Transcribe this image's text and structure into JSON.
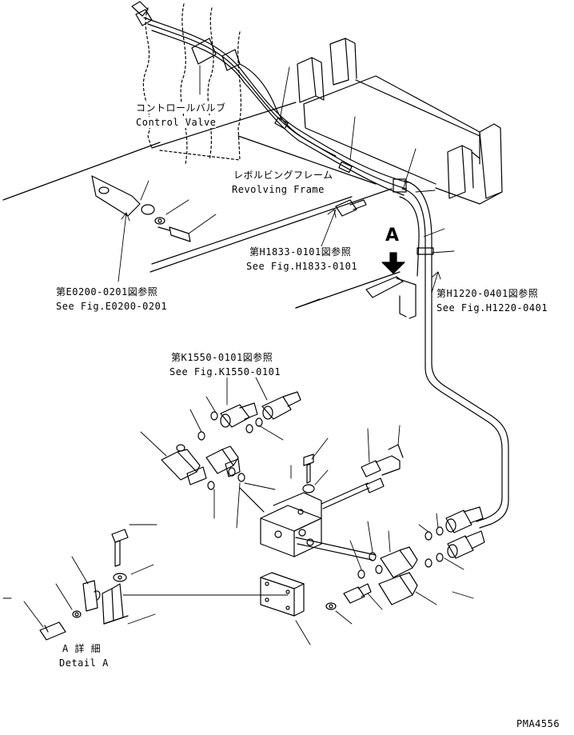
{
  "labels": {
    "control_valve_jp": "コントロールバルブ",
    "control_valve_en": "Control Valve",
    "revolving_frame_jp": "レボルビングフレーム",
    "revolving_frame_en": "Revolving Frame",
    "ref_h1833_jp": "第H1833-0101図参照",
    "ref_h1833_en": "See Fig.H1833-0101",
    "ref_e0200_jp": "第E0200-0201図参照",
    "ref_e0200_en": "See Fig.E0200-0201",
    "ref_h1220_jp": "第H1220-0401図参照",
    "ref_h1220_en": "See Fig.H1220-0401",
    "ref_k1550_jp": "第K1550-0101図参照",
    "ref_k1550_en": "See Fig.K1550-0101",
    "view_arrow_letter": "A",
    "detail_jp": "A 詳 細",
    "detail_en": "Detail A",
    "drawing_number": "PMA4556"
  },
  "colors": {
    "line": "#000000",
    "background": "#ffffff"
  }
}
